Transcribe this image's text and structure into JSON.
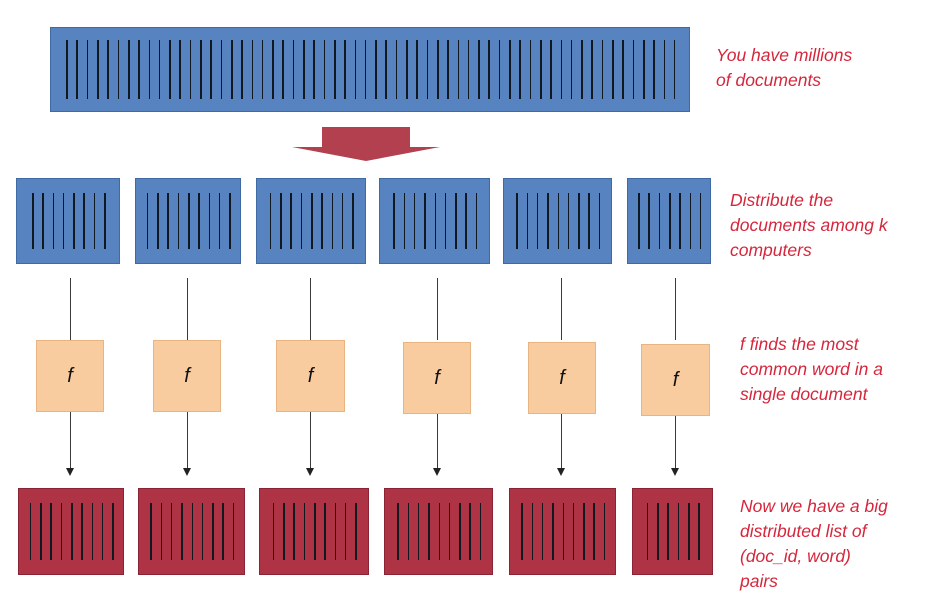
{
  "colors": {
    "documents_block": "#5784c0",
    "result_block": "#ad3345",
    "function_box": "#f9cc9f",
    "annotation_text": "#d6263c",
    "big_arrow": "#b3404f"
  },
  "annotations": {
    "millions": "You have millions\nof documents",
    "distribute": "Distribute the\ndocuments among k\ncomputers",
    "function": "f finds the most\ncommon word in a\nsingle document",
    "result": "Now we have a big\ndistributed list of\n(doc_id, word)\npairs"
  },
  "function_label": "f",
  "pipeline_count": 6
}
